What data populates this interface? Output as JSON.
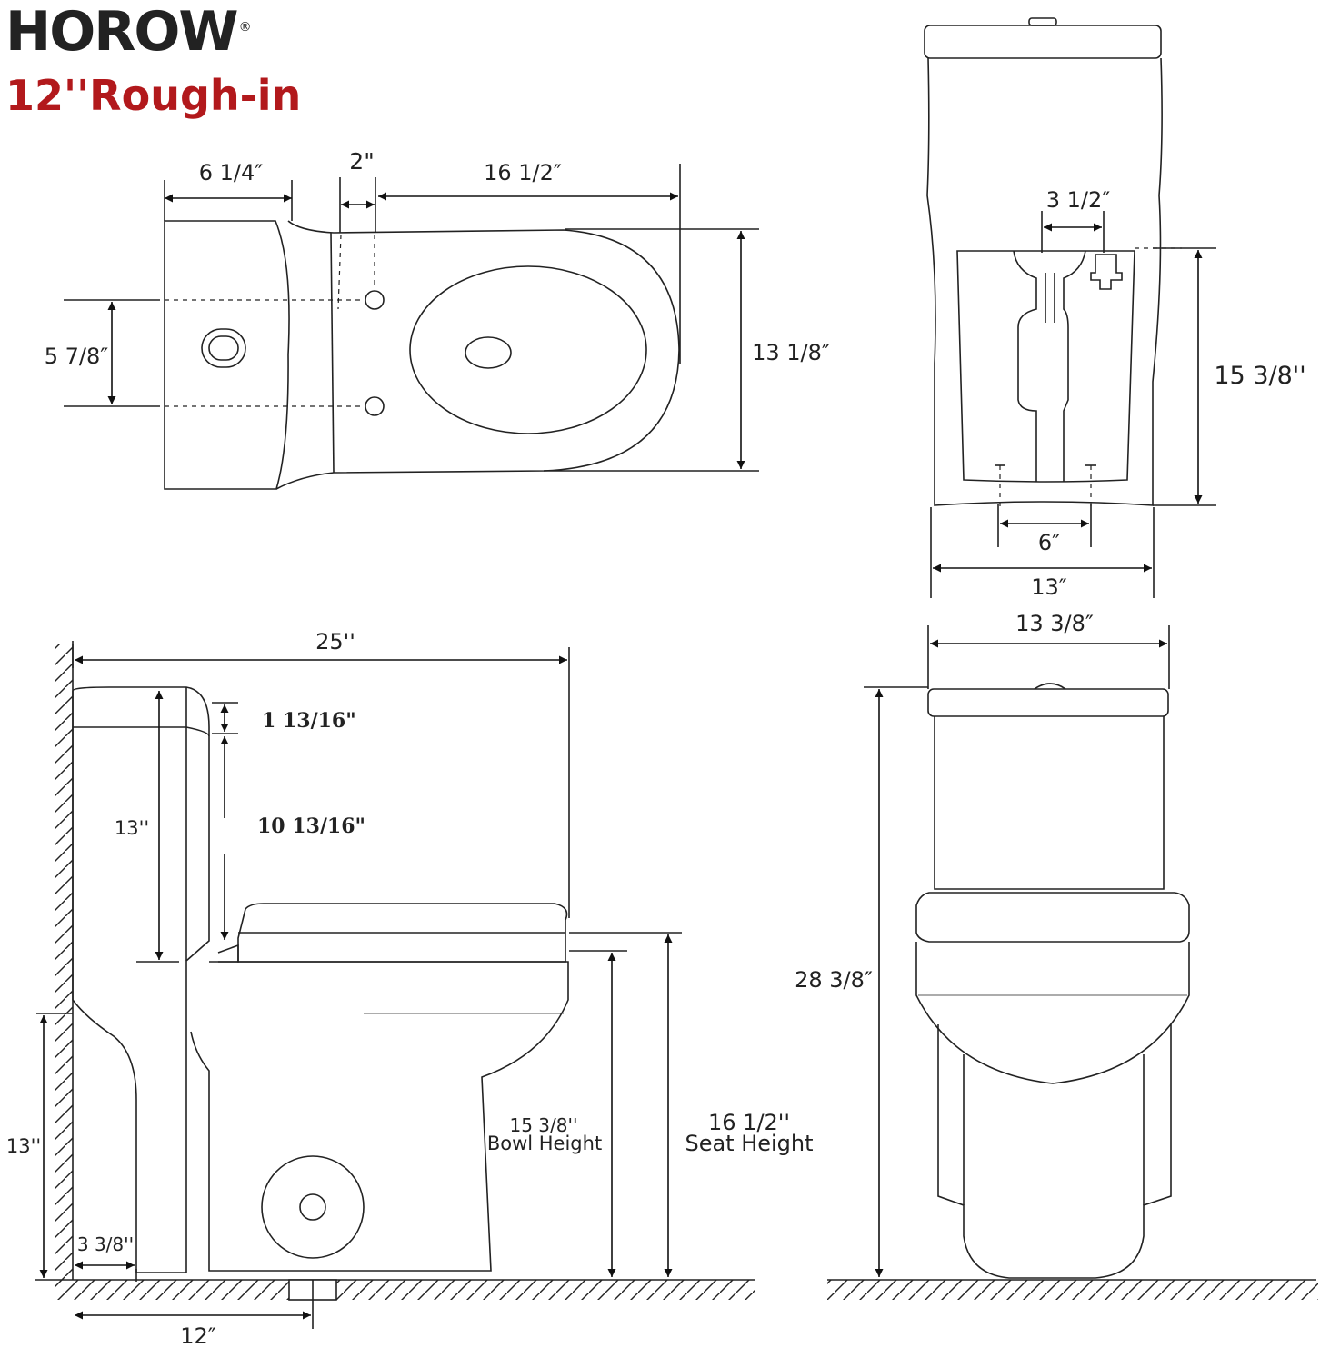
{
  "header": {
    "brand": "HOROW",
    "registered_mark": "®",
    "subtitle": "12''Rough-in"
  },
  "accent_color": "#b2191c",
  "top_view": {
    "tank_width": "6 1/4″",
    "gap": "2\"",
    "bowl_length": "16 1/2″",
    "bolt_spacing": "5 7/8″",
    "overall_width": "13 1/8″"
  },
  "back_view": {
    "outlet_offset": "3 1/2″",
    "inner_height": "15 3/8''",
    "bolt_spacing": "6″",
    "base_width": "13″"
  },
  "side_view": {
    "overall_length": "25''",
    "lid_thickness": "1 13/16\"",
    "tank_inner_height": "10 13/16\"",
    "tank_height": "13''",
    "wall_height": "13''",
    "wall_gap": "3 3/8''",
    "rough_in": "12″",
    "bowl_height_value": "15 3/8''",
    "bowl_height_label": "Bowl Height",
    "seat_height_value": "16 1/2''",
    "seat_height_label": "Seat Height"
  },
  "front_view": {
    "tank_width": "13 3/8″",
    "overall_height": "28 3/8″"
  }
}
